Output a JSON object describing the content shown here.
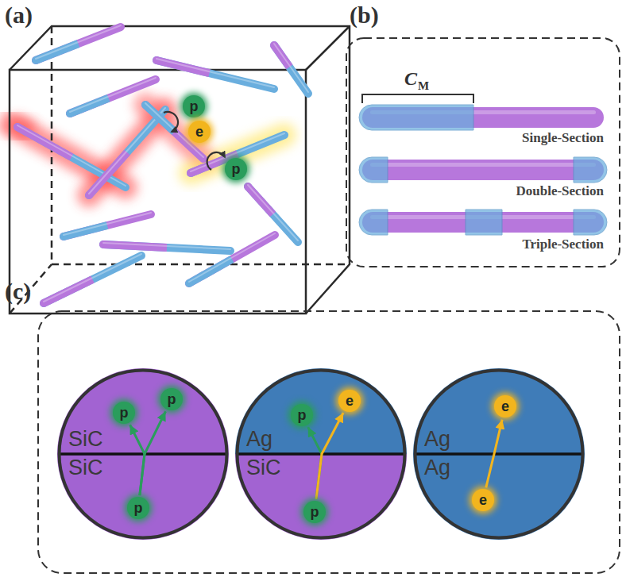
{
  "diagram": {
    "nodes": [
      {
        "text": [
          "p"
        ]
      },
      {
        "text": [
          "e"
        ]
      },
      {
        "text": [
          "p"
        ]
      },
      {
        "text": [
          "SiC",
          "SiC"
        ]
      },
      {
        "text": [
          "p"
        ],
        "in": 3
      },
      {
        "text": [
          "p"
        ],
        "in": 3
      },
      {
        "text": [
          "p"
        ],
        "in": 3
      },
      {
        "text": [
          "Ag",
          "SiC"
        ]
      },
      {
        "text": [
          "p"
        ],
        "in": 7
      },
      {
        "text": [
          "e"
        ],
        "in": 7
      },
      {
        "text": [
          "p"
        ],
        "in": 7
      },
      {
        "text": [
          "Ag",
          "Ag"
        ]
      },
      {
        "text": [
          "e"
        ],
        "in": 11
      },
      {
        "text": [
          "e"
        ],
        "in": 11
      }
    ],
    "edges": [
      {
        "from": 6,
        "to": 4,
        "arrow": "to"
      },
      {
        "from": 6,
        "to": 5,
        "arrow": "to"
      },
      {
        "from": 10,
        "to": 8,
        "arrow": "to"
      },
      {
        "from": 10,
        "to": 9,
        "arrow": "to"
      },
      {
        "from": 13,
        "to": 12,
        "arrow": "to"
      }
    ],
    "labels": [
      "(a)",
      "(b)",
      "(c)",
      "C",
      "M",
      "Single-Section",
      "Double-Section",
      "Triple-Section"
    ]
  }
}
